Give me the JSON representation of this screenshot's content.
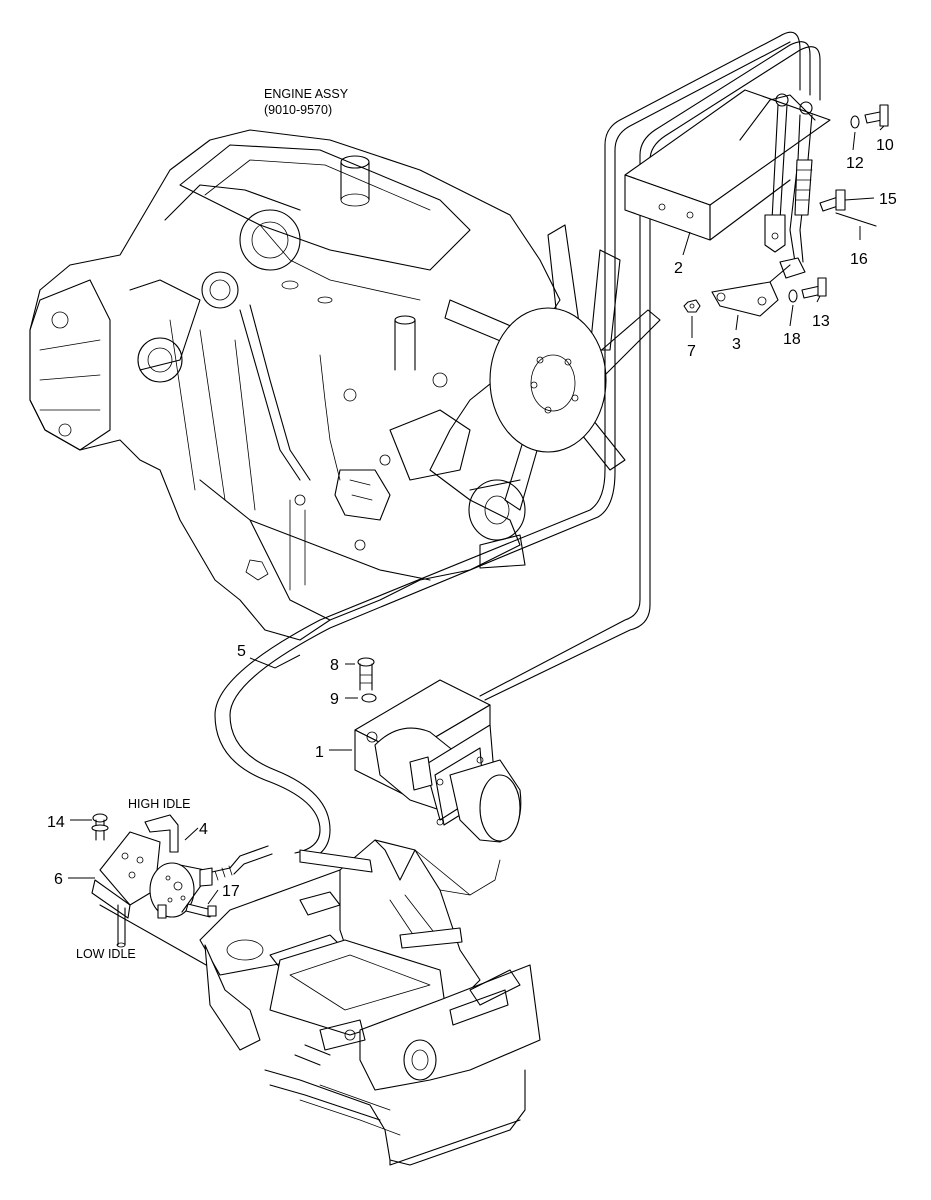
{
  "captions": {
    "engine_assy_line1": "ENGINE ASSY",
    "engine_assy_line2": "(9010-9570)",
    "high_idle": "HIGH IDLE",
    "low_idle": "LOW IDLE"
  },
  "callouts": {
    "c1": "1",
    "c2": "2",
    "c3": "3",
    "c4": "4",
    "c5": "5",
    "c6": "6",
    "c7": "7",
    "c8": "8",
    "c9": "9",
    "c10": "10",
    "c12": "12",
    "c13": "13",
    "c14": "14",
    "c15": "15",
    "c16": "16",
    "c17": "17",
    "c18": "18"
  }
}
